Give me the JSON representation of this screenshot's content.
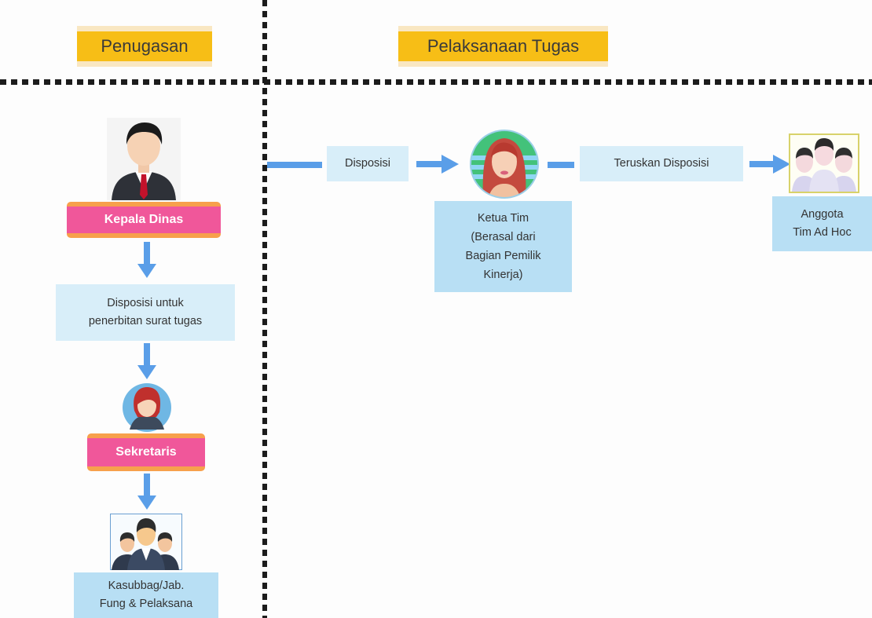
{
  "headers": {
    "left": "Penugasan",
    "right": "Pelaksanaan Tugas"
  },
  "left_flow": {
    "kepala_dinas": "Kepala Dinas",
    "disposisi_surat": "Disposisi untuk\npenerbitan surat tugas",
    "sekretaris": "Sekretaris",
    "kasubbag": "Kasubbag/Jab.\nFung & Pelaksana"
  },
  "right_flow": {
    "disposisi": "Disposisi",
    "ketua_tim": "Ketua Tim\n(Berasal dari\nBagian Pemilik\nKinerja)",
    "teruskan": "Teruskan Disposisi",
    "anggota": "Anggota\nTim Ad Hoc"
  },
  "colors": {
    "header_fill": "#f7be16",
    "role_fill": "#f0579a",
    "role_border": "#f7a04c",
    "box_fill": "#d8eef9",
    "arrow": "#5a9ee8"
  },
  "icons": [
    "man-suit-icon",
    "woman-avatar-icon",
    "team-icon",
    "woman-portrait-icon",
    "group-icon"
  ]
}
